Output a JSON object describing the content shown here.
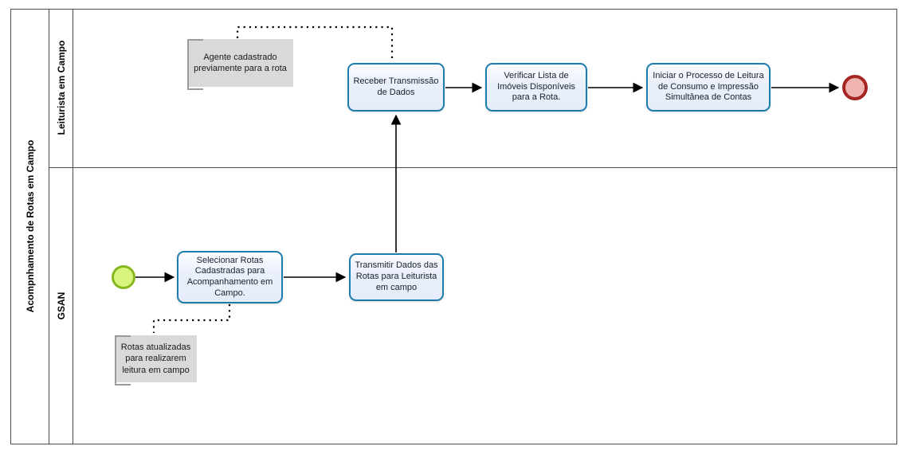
{
  "diagram": {
    "pool": {
      "title": "Acompnhamento de Rotas em Campo"
    },
    "lanes": {
      "lane1": {
        "label": "Leiturista em Campo"
      },
      "lane2": {
        "label": "GSAN"
      }
    },
    "tasks": {
      "receber": {
        "label": "Receber Transmissão de Dados"
      },
      "verificar": {
        "label": "Verificar Lista de Imóveis Disponíveis para a Rota."
      },
      "iniciar": {
        "label": "Iniciar o Processo de Leitura de Consumo e Impressão Simultânea de Contas"
      },
      "selecionar": {
        "label": "Selecionar Rotas Cadastradas para Acompanhamento em Campo."
      },
      "transmitir": {
        "label": "Transmitir Dados das Rotas para Leiturista em campo"
      }
    },
    "annotations": {
      "agente": {
        "text": "Agente cadastrado previamente para a rota"
      },
      "rotas": {
        "text": "Rotas atualizadas para realizarem leitura em campo"
      }
    },
    "events": {
      "start": {
        "type": "start-event"
      },
      "end": {
        "type": "end-event"
      }
    },
    "colors": {
      "task_border": "#1c7cab",
      "task_fill": "#e9effb",
      "annotation_fill": "#d9d9d9",
      "annotation_bracket": "#9a9a9a",
      "start_event_fill": "#d9f47d",
      "start_event_border": "#86b71e",
      "end_event_fill": "#f0b4b0",
      "end_event_border": "#a42522",
      "frame_line": "#4d4d4d",
      "flow_line": "#000000"
    }
  }
}
